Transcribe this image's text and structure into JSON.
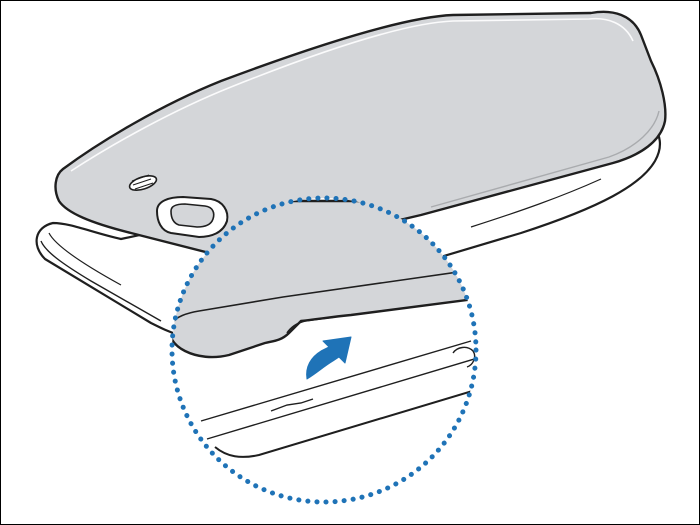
{
  "figure": {
    "subject": "phone-back-cover-removal",
    "icons": {
      "arrow": "curved-up-arrow",
      "magnifier": "dotted-magnifier-circle"
    },
    "colors": {
      "outline": "#1f1f1f",
      "cover_fill": "#d4d6d9",
      "cover_shadow": "#c3c5c8",
      "body_fill": "#ffffff",
      "accent": "#1f73b7",
      "arrow": "#1f73b7"
    }
  }
}
